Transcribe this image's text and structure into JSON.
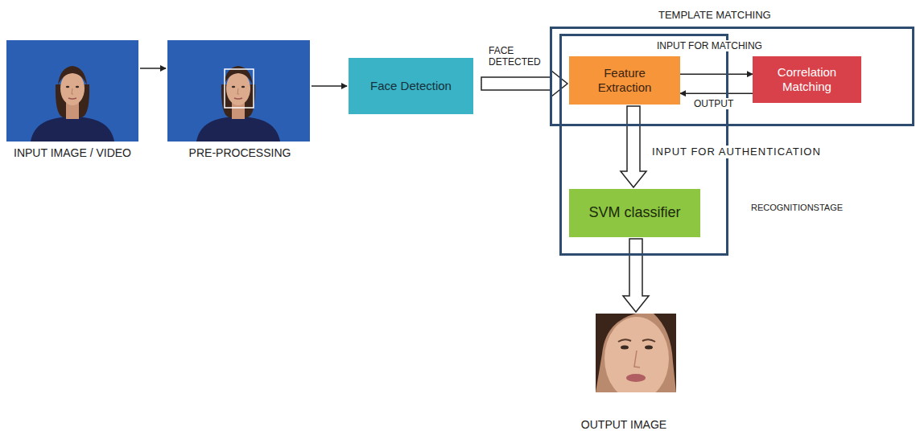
{
  "diagram": {
    "nodes": [
      {
        "text": [
          "INPUT IMAGE / VIDEO"
        ]
      },
      {
        "text": [
          "PRE-PROCESSING"
        ]
      },
      {
        "text": [
          "Face Detection"
        ]
      },
      {
        "text": [
          "TEMPLATE MATCHING"
        ]
      },
      {
        "text": [
          "RECOGNITIONSTAGE"
        ]
      },
      {
        "text": [
          "Feature Extraction"
        ],
        "in": 3
      },
      {
        "text": [
          "Correlation Matching"
        ],
        "in": 3
      },
      {
        "text": [
          "SVM classifier"
        ],
        "in": 4
      },
      {
        "text": [
          "OUTPUT IMAGE"
        ]
      }
    ],
    "edges": [
      {
        "from": 0,
        "to": 1,
        "arrow": "to"
      },
      {
        "from": 1,
        "to": 2,
        "arrow": "to"
      },
      {
        "from": 2,
        "to": 5,
        "label": "FACE DETECTED",
        "arrow": "to"
      },
      {
        "from": 5,
        "to": 6,
        "label": "INPUT FOR MATCHING",
        "arrow": "to"
      },
      {
        "from": 6,
        "to": 5,
        "label": "OUTPUT",
        "arrow": "to"
      },
      {
        "from": 5,
        "to": 7,
        "label": "INPUT FOR AUTHENTICATION",
        "arrow": "to"
      },
      {
        "from": 7,
        "to": 8,
        "arrow": "to"
      }
    ]
  }
}
